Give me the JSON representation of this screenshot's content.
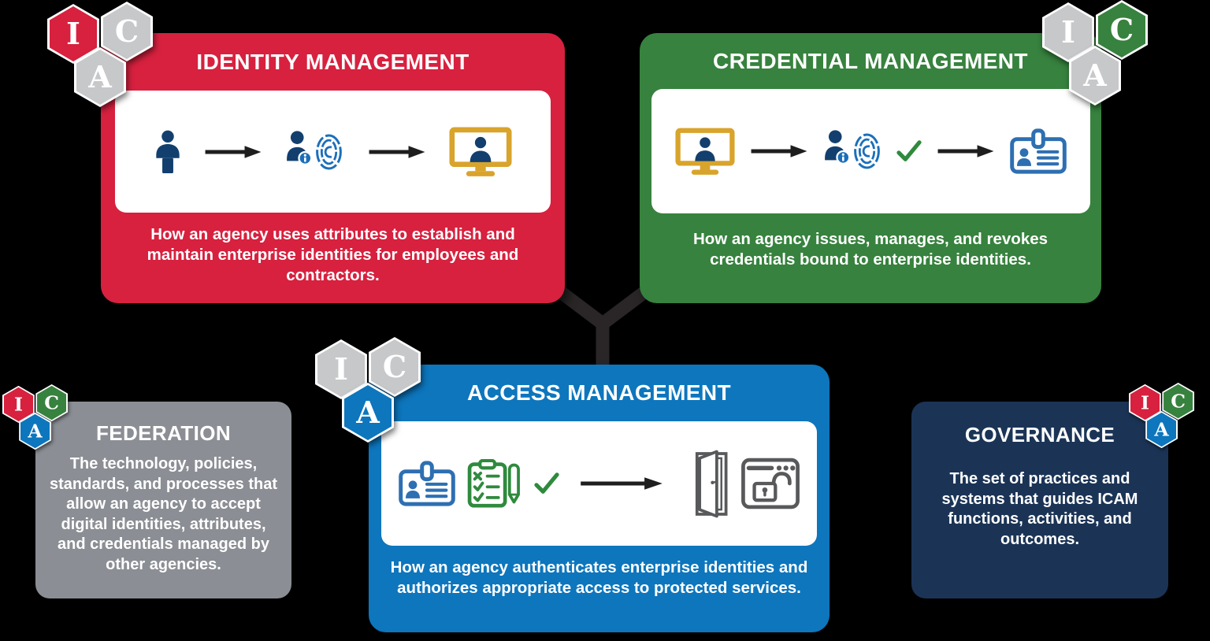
{
  "page": {
    "background": "#000000"
  },
  "hex_letters": {
    "i": "I",
    "c": "C",
    "a": "A"
  },
  "colors": {
    "identity_red": "#D7213F",
    "credential_green": "#37823E",
    "access_blue": "#0D76BD",
    "federation_gray": "#8B8E94",
    "governance_navy": "#1B3456",
    "hex_gray": "#C7C8CA",
    "icon_navy": "#123F6E",
    "icon_blue": "#1B6FBA",
    "icon_gold": "#D9A42C",
    "icon_green": "#2F8A3D",
    "icon_card_blue": "#2E6FB2",
    "icon_dark_gray": "#58595B",
    "arrow_black": "#1E1E1E",
    "connector_dark": "#2A2627"
  },
  "cards": {
    "identity": {
      "title": "IDENTITY MANAGEMENT",
      "description": "How an agency uses attributes to establish and maintain enterprise identities for employees and contractors.",
      "hexagons": [
        "I:red",
        "C:gray",
        "A:gray"
      ],
      "icons": [
        "person-icon",
        "arrow-right-icon",
        "person-attributes-fingerprint-icon",
        "arrow-right-icon",
        "monitor-user-icon"
      ]
    },
    "credential": {
      "title": "CREDENTIAL MANAGEMENT",
      "description": "How an agency issues, manages, and revokes credentials bound to enterprise identities.",
      "hexagons": [
        "I:gray",
        "C:green",
        "A:gray"
      ],
      "icons": [
        "monitor-user-icon",
        "arrow-right-icon",
        "person-attributes-fingerprint-icon",
        "checkmark-icon",
        "arrow-right-icon",
        "id-card-icon"
      ]
    },
    "access": {
      "title": "ACCESS MANAGEMENT",
      "description": "How an agency authenticates enterprise identities and authorizes appropriate access to protected services.",
      "hexagons": [
        "I:gray",
        "C:gray",
        "A:blue"
      ],
      "icons": [
        "id-card-icon",
        "clipboard-checklist-pen-icon",
        "checkmark-icon",
        "arrow-right-icon",
        "open-door-icon",
        "browser-unlock-icon"
      ]
    },
    "federation": {
      "title": "FEDERATION",
      "description": "The technology, policies, standards, and processes that allow an agency to accept digital identities, attributes, and credentials managed by other agencies.",
      "hexagons": [
        "I:red",
        "C:green",
        "A:blue"
      ]
    },
    "governance": {
      "title": "GOVERNANCE",
      "description": "The set of practices and systems that guides ICAM functions, activities, and outcomes.",
      "hexagons": [
        "I:red",
        "C:green",
        "A:blue"
      ]
    }
  }
}
